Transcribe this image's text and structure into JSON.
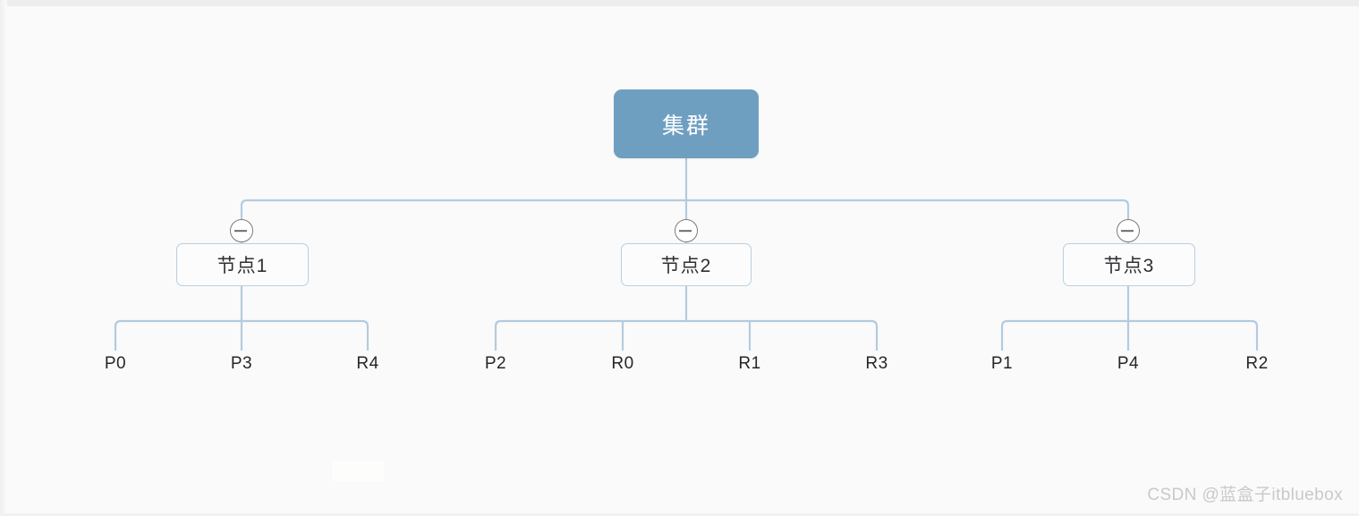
{
  "diagram": {
    "type": "tree",
    "title_node": "集群",
    "colors": {
      "background": "#fafafa",
      "root_fill": "#6f9fc0",
      "root_text": "#ffffff",
      "node_border": "#b9cfe2",
      "node_fill": "#fcfcfc",
      "node_text": "#2f2f33",
      "connector": "#b3cbdf",
      "toggle_stroke": "#7a7a7a",
      "leaf_text": "#26262a",
      "watermark_text": "#c9c9cb"
    },
    "root": {
      "label": "集群",
      "toggle_icon": "minus-circle-icon"
    },
    "nodes": [
      {
        "id": "node-1",
        "label": "节点1",
        "toggle_icon": "minus-circle-icon",
        "toggle_state": "expanded",
        "leaves": [
          {
            "label": "P0"
          },
          {
            "label": "P3"
          },
          {
            "label": "R4"
          }
        ]
      },
      {
        "id": "node-2",
        "label": "节点2",
        "toggle_icon": "minus-circle-icon",
        "toggle_state": "expanded",
        "leaves": [
          {
            "label": "P2"
          },
          {
            "label": "R0"
          },
          {
            "label": "R1"
          },
          {
            "label": "R3"
          }
        ]
      },
      {
        "id": "node-3",
        "label": "节点3",
        "toggle_icon": "minus-circle-icon",
        "toggle_state": "expanded",
        "leaves": [
          {
            "label": "P1"
          },
          {
            "label": "P4"
          },
          {
            "label": "R2"
          }
        ]
      }
    ]
  },
  "watermark": {
    "text": "CSDN @蓝盒子itbluebox"
  }
}
